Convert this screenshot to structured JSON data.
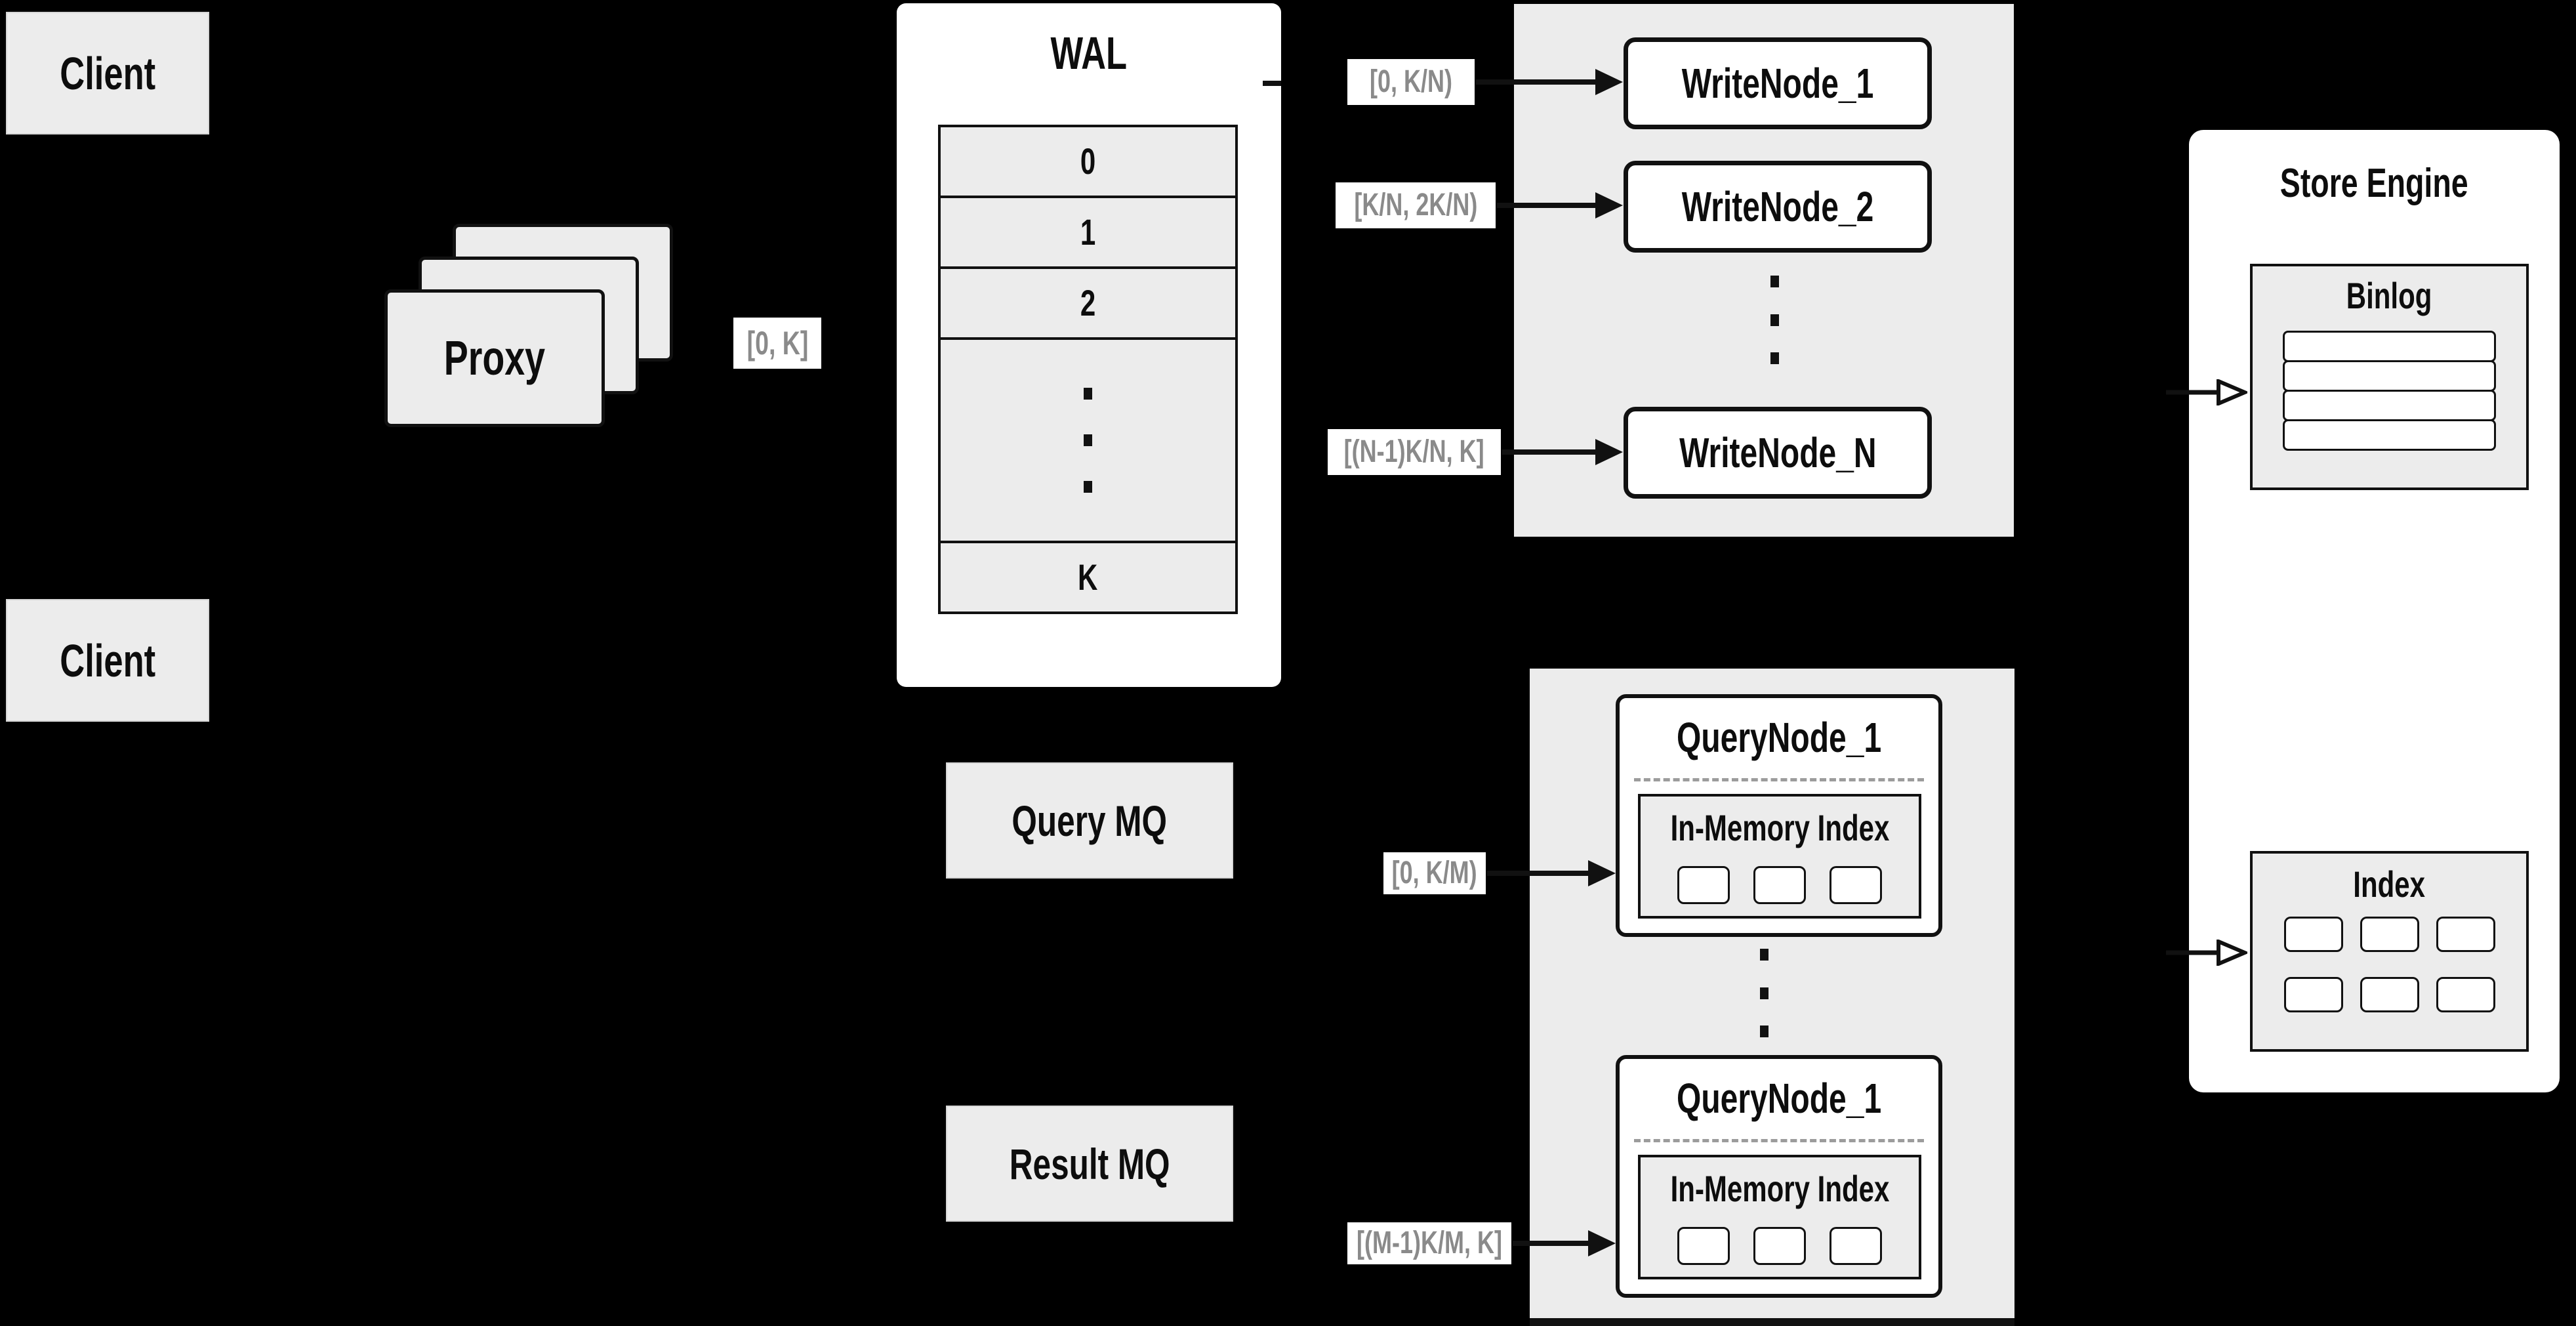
{
  "colors": {
    "background": "#000000",
    "panel_gray": "#ececec",
    "box_white": "#ffffff",
    "line_black": "#111111",
    "label_gray": "#8a8a8a",
    "dashed_gray": "#9c9c9c"
  },
  "clients": {
    "top": "Client",
    "bottom": "Client"
  },
  "proxy": {
    "label": "Proxy"
  },
  "range_labels": {
    "proxy_out": "[0, K]",
    "write_1": "[0, K/N)",
    "write_2": "[K/N, 2K/N)",
    "write_n": "[(N-1)K/N, K]",
    "query_first": "[0, K/M)",
    "query_last": "[(M-1)K/M, K]"
  },
  "wal": {
    "title": "WAL",
    "rows": [
      "0",
      "1",
      "2"
    ],
    "last_row": "K"
  },
  "write_nodes": [
    "WriteNode_1",
    "WriteNode_2",
    "WriteNode_N"
  ],
  "mq": {
    "query": "Query MQ",
    "result": "Result MQ"
  },
  "query_nodes": [
    {
      "title": "QueryNode_1",
      "memory_label": "In-Memory Index"
    },
    {
      "title": "QueryNode_1",
      "memory_label": "In-Memory Index"
    }
  ],
  "store_engine": {
    "title": "Store Engine",
    "binlog_title": "Binlog",
    "index_title": "Index"
  }
}
